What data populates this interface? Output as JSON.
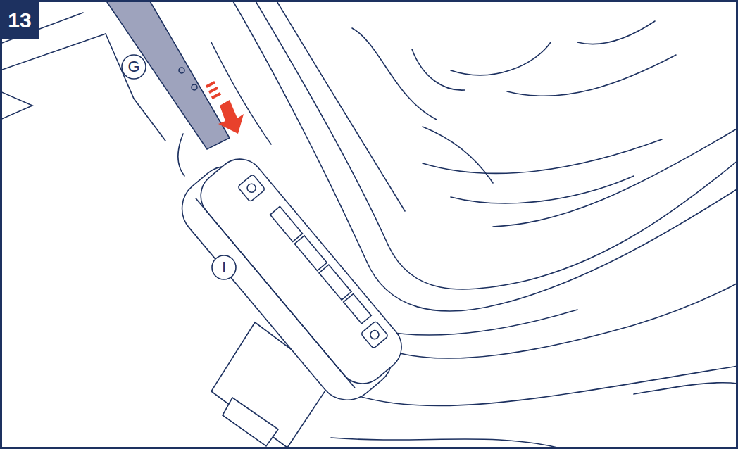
{
  "diagram": {
    "labels": [
      "13",
      "G",
      "I"
    ]
  }
}
